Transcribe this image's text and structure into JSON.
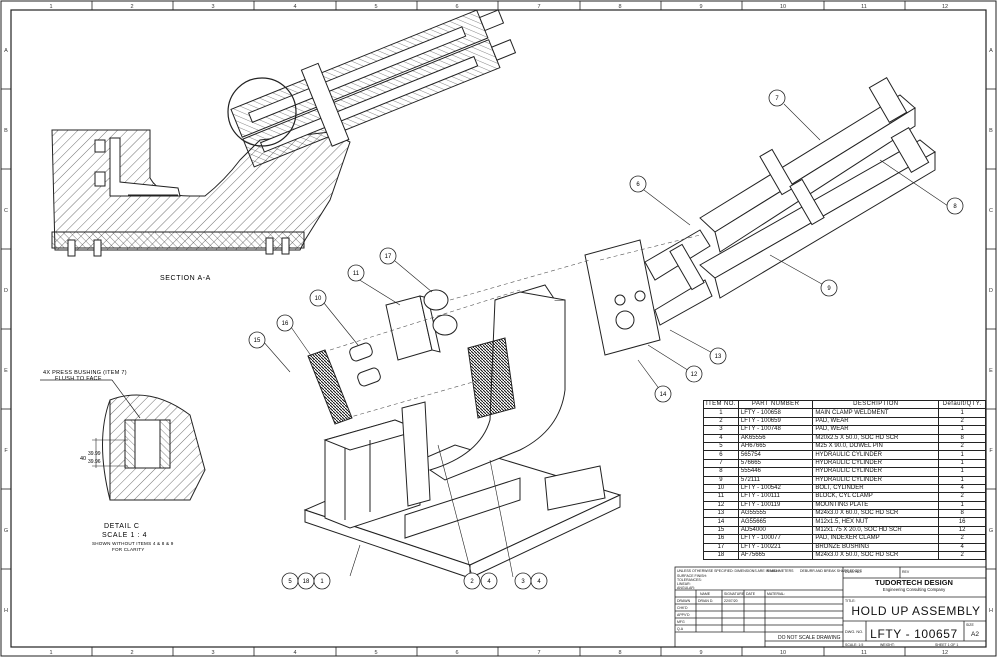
{
  "drawing": {
    "section_label": "SECTION A-A",
    "detail": {
      "note": "4X PRESS BUSHING (ITEM 7)",
      "note2": "FLUSH TO FACE",
      "dim_prefix": "40",
      "dim_upper": "39.99",
      "dim_lower": "39.96",
      "title": "DETAIL C",
      "scale": "SCALE 1 : 4",
      "caption1": "SHOWN WITHOUT ITEMS 4 & 8 & 9",
      "caption2": "FOR CLARITY"
    },
    "balloons": [
      "7",
      "8",
      "6",
      "9",
      "13",
      "12",
      "14",
      "17",
      "11",
      "10",
      "16",
      "15",
      "5",
      "18",
      "1",
      "2",
      "4",
      "3",
      "4"
    ],
    "zones_top": [
      "1",
      "2",
      "3",
      "4",
      "5",
      "6",
      "7",
      "8",
      "9",
      "10",
      "11",
      "12"
    ],
    "zones_side": [
      "A",
      "B",
      "C",
      "D",
      "E",
      "F",
      "G",
      "H"
    ]
  },
  "bom": {
    "headers": [
      "ITEM NO.",
      "PART NUMBER",
      "DESCRIPTION",
      "Default/QTY."
    ],
    "rows": [
      [
        "1",
        "LFTY - 100658",
        "MAIN CLAMP WELDMENT",
        "1"
      ],
      [
        "2",
        "LFTY - 100659",
        "PAD, WEAR",
        "2"
      ],
      [
        "3",
        "LFTY - 100748",
        "PAD, WEAR",
        "1"
      ],
      [
        "4",
        "AK65556",
        "M20x2.5 X 50.0, SOC HD SCR",
        "8"
      ],
      [
        "5",
        "AH67665",
        "M25 X 90.0, DOWEL PIN",
        "2"
      ],
      [
        "6",
        "565754",
        "HYDRAULIC CYLINDER",
        "1"
      ],
      [
        "7",
        "576665",
        "HYDRAULIC CYLINDER",
        "1"
      ],
      [
        "8",
        "555446",
        "HYDRAULIC CYLINDER",
        "1"
      ],
      [
        "9",
        "572111",
        "HYDRAULIC CYLINDER",
        "1"
      ],
      [
        "10",
        "LFTY - 100542",
        "BOLT, CYLINDER",
        "4"
      ],
      [
        "11",
        "LFTY - 100111",
        "BLOCK, CYL CLAMP",
        "2"
      ],
      [
        "12",
        "LFTY - 100119",
        "MOUNTING PLATE",
        "1"
      ],
      [
        "13",
        "AG55555",
        "M24x3.0 X 60.0, SOC HD SCR",
        "8"
      ],
      [
        "14",
        "AG55665",
        "M12x1.5, HEX NUT",
        "16"
      ],
      [
        "15",
        "AD54000",
        "M12x1.75 X 20.0, SOC HD SCR",
        "12"
      ],
      [
        "16",
        "LFTY - 100077",
        "PAD, INDEXER CLAMP",
        "2"
      ],
      [
        "17",
        "LFTY - 100221",
        "BRONZE BUSHING",
        "4"
      ],
      [
        "18",
        "AF75665",
        "M24x3.0 X 50.0, SOC HD SCR",
        "2"
      ]
    ]
  },
  "title_block": {
    "company": "TUDORTECH DESIGN",
    "tagline": "Engineering Consulting Company",
    "title": "HOLD UP ASSEMBLY",
    "dwg_no": "LFTY - 100657",
    "size": "A2",
    "size_label": "SIZE",
    "dwg_no_label": "DWG. NO.",
    "rev_label": "REV",
    "rev": "",
    "title_label": "TITLE:",
    "scale_text": "SCALE: 1:5",
    "weight_text": "WEIGHT:",
    "sheet_text": "SHEET 1 OF 1",
    "do_not_scale": "DO NOT SCALE DRAWING",
    "unless_text": "UNLESS OTHERWISE SPECIFIED: DIMENSIONS ARE IN MILLIMETERS",
    "tol1": "SURFACE FINISH:",
    "tol2": "TOLERANCES:",
    "tol3": "LINEAR:",
    "tol4": "ANGULAR:",
    "finish_label": "FINISH:",
    "deburr": "DEBURR AND BREAK SHARP EDGES",
    "rows": [
      [
        "DRAWN",
        "DRIAN D.",
        "22/07/20"
      ],
      [
        "CHK'D",
        "",
        ""
      ],
      [
        "APPV'D",
        "",
        ""
      ],
      [
        "MFG",
        "",
        ""
      ],
      [
        "Q.A",
        "",
        ""
      ]
    ],
    "hdr": [
      "NAME",
      "SIGNATURE",
      "DATE"
    ],
    "material_label": "MATERIAL:"
  }
}
